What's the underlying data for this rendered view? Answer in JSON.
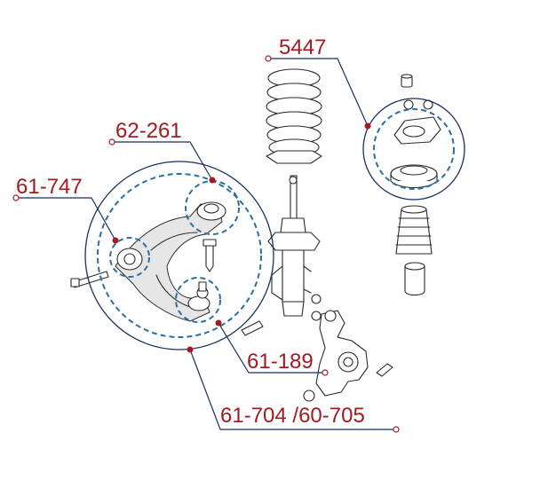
{
  "callouts": [
    {
      "id": "spring",
      "code": "5447"
    },
    {
      "id": "upper-bushing",
      "code": "62-261"
    },
    {
      "id": "front-bushing",
      "code": "61-747"
    },
    {
      "id": "ball-joint",
      "code": "61-189"
    },
    {
      "id": "control-arm",
      "code": "61-704 /60-705"
    }
  ],
  "colors": {
    "label": "#a31a22",
    "leader": "#1a2f63",
    "dashed_highlight": "#2a6ea6",
    "line_art": "#2a2a2a"
  }
}
